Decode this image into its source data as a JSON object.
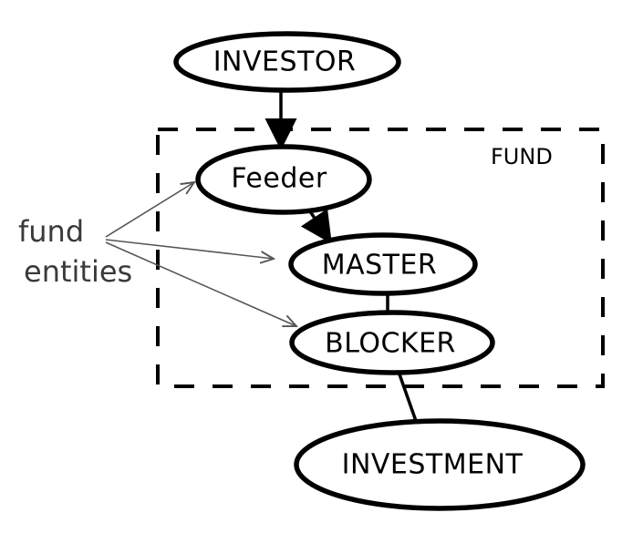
{
  "diagram": {
    "nodes": {
      "investor": "INVESTOR",
      "feeder": "Feeder",
      "master": "MASTER",
      "blocker": "BLOCKER",
      "investment": "INVESTMENT"
    },
    "fund_label": "FUND",
    "side_label": {
      "line1": "fund",
      "line2": "entities"
    }
  }
}
